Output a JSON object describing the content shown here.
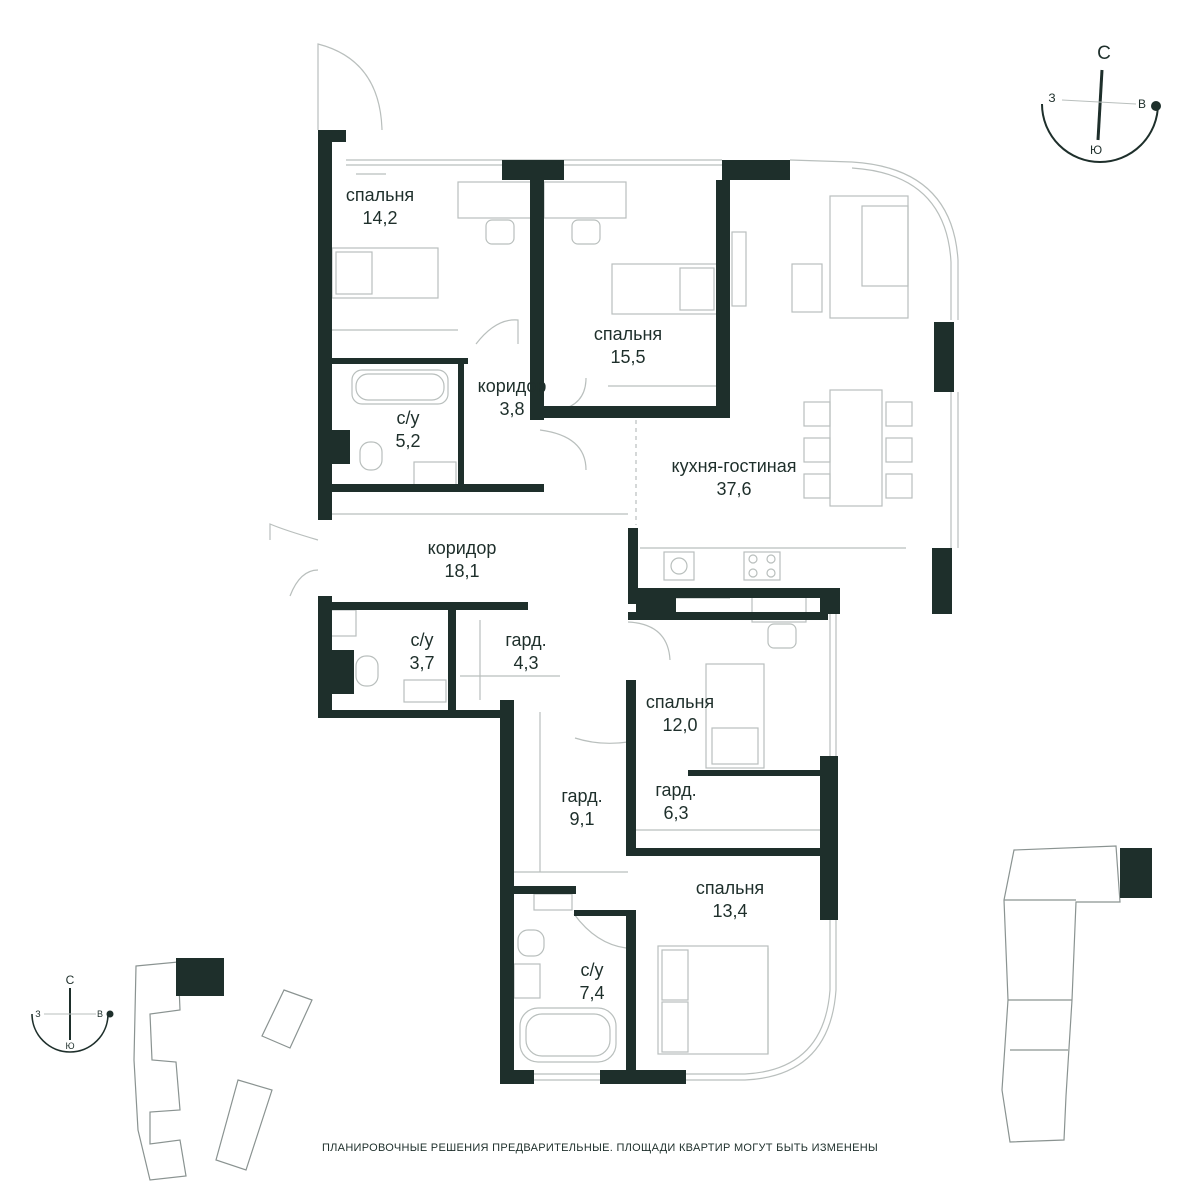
{
  "rooms": [
    {
      "name": "спальня",
      "area": "14,2"
    },
    {
      "name": "спальня",
      "area": "15,5"
    },
    {
      "name": "коридор",
      "area": "3,8"
    },
    {
      "name": "с/у",
      "area": "5,2"
    },
    {
      "name": "кухня-гостиная",
      "area": "37,6"
    },
    {
      "name": "коридор",
      "area": "18,1"
    },
    {
      "name": "с/у",
      "area": "3,7"
    },
    {
      "name": "гард.",
      "area": "4,3"
    },
    {
      "name": "спальня",
      "area": "12,0"
    },
    {
      "name": "гард.",
      "area": "9,1"
    },
    {
      "name": "гард.",
      "area": "6,3"
    },
    {
      "name": "спальня",
      "area": "13,4"
    },
    {
      "name": "с/у",
      "area": "7,4"
    }
  ],
  "compass_main": {
    "north": "С",
    "west": "З",
    "east": "В",
    "south": "Ю"
  },
  "compass_site": {
    "north": "С",
    "west": "З",
    "east": "В",
    "south": "Ю"
  },
  "disclaimer": "ПЛАНИРОВОЧНЫЕ РЕШЕНИЯ ПРЕДВАРИТЕЛЬНЫЕ. ПЛОЩАДИ КВАРТИР МОГУТ БЫТЬ ИЗМЕНЕНЫ",
  "colors": {
    "wall": "#1e2f2b",
    "line": "#b9bfbd",
    "background": "#ffffff"
  }
}
